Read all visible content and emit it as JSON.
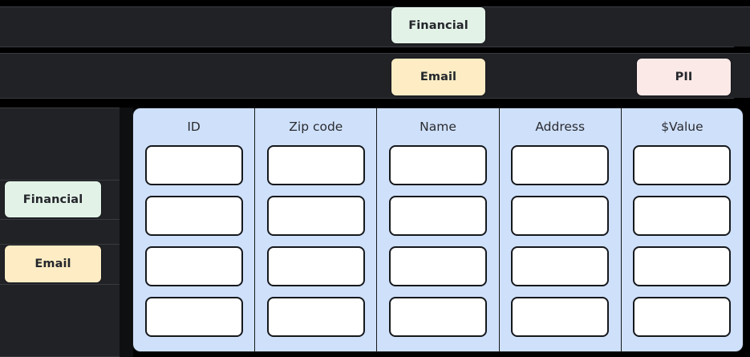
{
  "top_rows": [
    {
      "row_name": "financial-row",
      "tags": [
        {
          "label": "Financial",
          "category": "financial"
        }
      ]
    },
    {
      "row_name": "email-pii-row",
      "tags": [
        {
          "label": "Email",
          "category": "email"
        },
        {
          "label": "PII",
          "category": "pii"
        }
      ]
    }
  ],
  "sidebar": {
    "items": [
      {
        "label": "Financial",
        "category": "financial"
      },
      {
        "label": "Email",
        "category": "email"
      }
    ]
  },
  "table": {
    "columns": [
      {
        "header": "ID"
      },
      {
        "header": "Zip code"
      },
      {
        "header": "Name"
      },
      {
        "header": "Address"
      },
      {
        "header": "$Value"
      }
    ],
    "row_count": 4,
    "cell_value": ""
  },
  "colors": {
    "financial": "#e3f2e7",
    "email": "#fdecc4",
    "pii": "#fbe9e7",
    "column_background": "#cfe0fa",
    "panel_background": "#212226",
    "page_background": "#000000",
    "border": "#16181c"
  }
}
